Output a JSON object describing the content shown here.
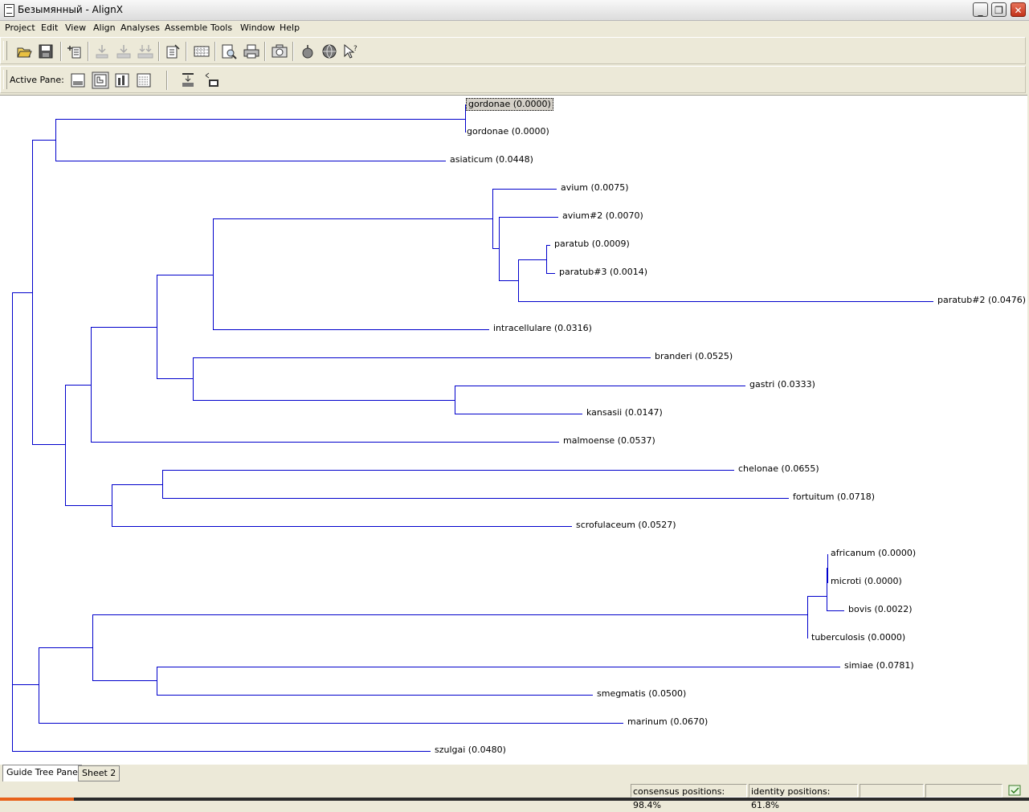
{
  "window": {
    "title": "Безымянный - AlignX"
  },
  "menu": [
    "Project",
    "Edit",
    "View",
    "Align",
    "Analyses",
    "Assemble",
    "Tools",
    "Window",
    "Help"
  ],
  "toolbar1": {
    "buttons": [
      "open-icon",
      "save-icon",
      "add-sequence-icon",
      "import-icon",
      "import-multiple-icon",
      "import-all-icon",
      "export-icon",
      "grid-icon",
      "preview-icon",
      "print-icon",
      "camera-icon",
      "bomb-icon",
      "globe-icon",
      "help-pointer-icon"
    ]
  },
  "toolbar2": {
    "active_pane_label": "Active Pane:",
    "buttons": [
      "pane-1-icon",
      "pane-2-icon",
      "pane-3-icon",
      "pane-4-icon",
      "align-top-icon",
      "align-bottom-icon"
    ]
  },
  "tree": {
    "line_color": "#0000cc",
    "leaves": [
      {
        "name": "gordonae",
        "dist": "(0.0000)",
        "label": "gordonae (0.0000)",
        "selected": true
      },
      {
        "name": "gordonae",
        "dist": "(0.0000)",
        "label": "gordonae (0.0000)"
      },
      {
        "name": "asiaticum",
        "dist": "(0.0448)",
        "label": "asiaticum (0.0448)"
      },
      {
        "name": "avium",
        "dist": "(0.0075)",
        "label": "avium (0.0075)"
      },
      {
        "name": "avium#2",
        "dist": "(0.0070)",
        "label": "avium#2 (0.0070)"
      },
      {
        "name": "paratub",
        "dist": "(0.0009)",
        "label": "paratub (0.0009)"
      },
      {
        "name": "paratub#3",
        "dist": "(0.0014)",
        "label": "paratub#3 (0.0014)"
      },
      {
        "name": "paratub#2",
        "dist": "(0.0476)",
        "label": "paratub#2 (0.0476)"
      },
      {
        "name": "intracellulare",
        "dist": "(0.0316)",
        "label": "intracellulare (0.0316)"
      },
      {
        "name": "branderi",
        "dist": "(0.0525)",
        "label": "branderi (0.0525)"
      },
      {
        "name": "gastri",
        "dist": "(0.0333)",
        "label": "gastri (0.0333)"
      },
      {
        "name": "kansasii",
        "dist": "(0.0147)",
        "label": "kansasii (0.0147)"
      },
      {
        "name": "malmoense",
        "dist": "(0.0537)",
        "label": "malmoense (0.0537)"
      },
      {
        "name": "chelonae",
        "dist": "(0.0655)",
        "label": "chelonae (0.0655)"
      },
      {
        "name": "fortuitum",
        "dist": "(0.0718)",
        "label": "fortuitum (0.0718)"
      },
      {
        "name": "scrofulaceum",
        "dist": "(0.0527)",
        "label": "scrofulaceum (0.0527)"
      },
      {
        "name": "africanum",
        "dist": "(0.0000)",
        "label": "africanum (0.0000)"
      },
      {
        "name": "microti",
        "dist": "(0.0000)",
        "label": "microti (0.0000)"
      },
      {
        "name": "bovis",
        "dist": "(0.0022)",
        "label": "bovis (0.0022)"
      },
      {
        "name": "tuberculosis",
        "dist": "(0.0000)",
        "label": "tuberculosis (0.0000)"
      },
      {
        "name": "simiae",
        "dist": "(0.0781)",
        "label": "simiae (0.0781)"
      },
      {
        "name": "smegmatis",
        "dist": "(0.0500)",
        "label": "smegmatis (0.0500)"
      },
      {
        "name": "marinum",
        "dist": "(0.0670)",
        "label": "marinum (0.0670)"
      },
      {
        "name": "szulgai",
        "dist": "(0.0480)",
        "label": "szulgai (0.0480)"
      }
    ]
  },
  "tabs": [
    {
      "label": "Guide Tree Pane",
      "active": true
    },
    {
      "label": "Sheet 2",
      "active": false
    }
  ],
  "status": {
    "consensus": "consensus positions: 98.4%",
    "identity": "identity positions: 61.8%"
  }
}
